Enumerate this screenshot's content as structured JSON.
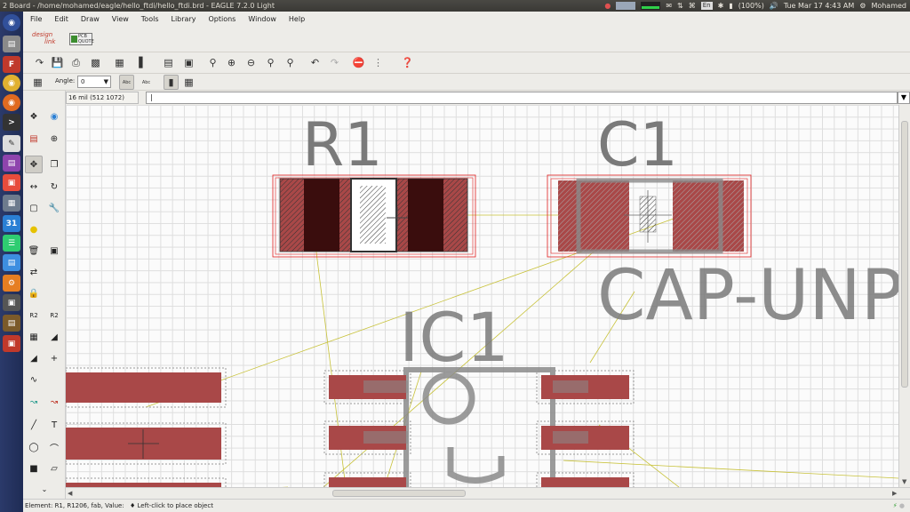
{
  "system": {
    "window_title": "2 Board - /home/mohamed/eagle/hello_ftdi/hello_ftdi.brd - EAGLE 7.2.0 Light",
    "keyboard_layout": "En",
    "battery": "(100%)",
    "datetime": "Tue Mar 17  4:43 AM",
    "user": "Mohamed"
  },
  "menu": [
    "File",
    "Edit",
    "Draw",
    "View",
    "Tools",
    "Library",
    "Options",
    "Window",
    "Help"
  ],
  "designlink": {
    "logo_line1": "design",
    "logo_line2": "link",
    "pcb_quote_line1": "PCB",
    "pcb_quote_line2": "QUOTE"
  },
  "toolbar2": {
    "angle_label": "Angle:",
    "angle_value": "0",
    "abc_label": "Abc",
    "text_label": "Abc"
  },
  "command": {
    "coordinates": "16 mil (512 1072)",
    "input_value": "|"
  },
  "board": {
    "labels": {
      "r1": "R1",
      "c1": "C1",
      "cap_value": "CAP-UNP",
      "ic1": "IC1"
    },
    "colors": {
      "pad": "#a94848",
      "pad_dark": "#3a0d0d",
      "keepout": "#e02020",
      "silk": "#7a7a7a",
      "airwire": "#c8c23a",
      "hatch": "#333333"
    }
  },
  "status": {
    "element_info": "Element: R1, R1206, fab, Value:",
    "hint": "Left-click to place object"
  }
}
